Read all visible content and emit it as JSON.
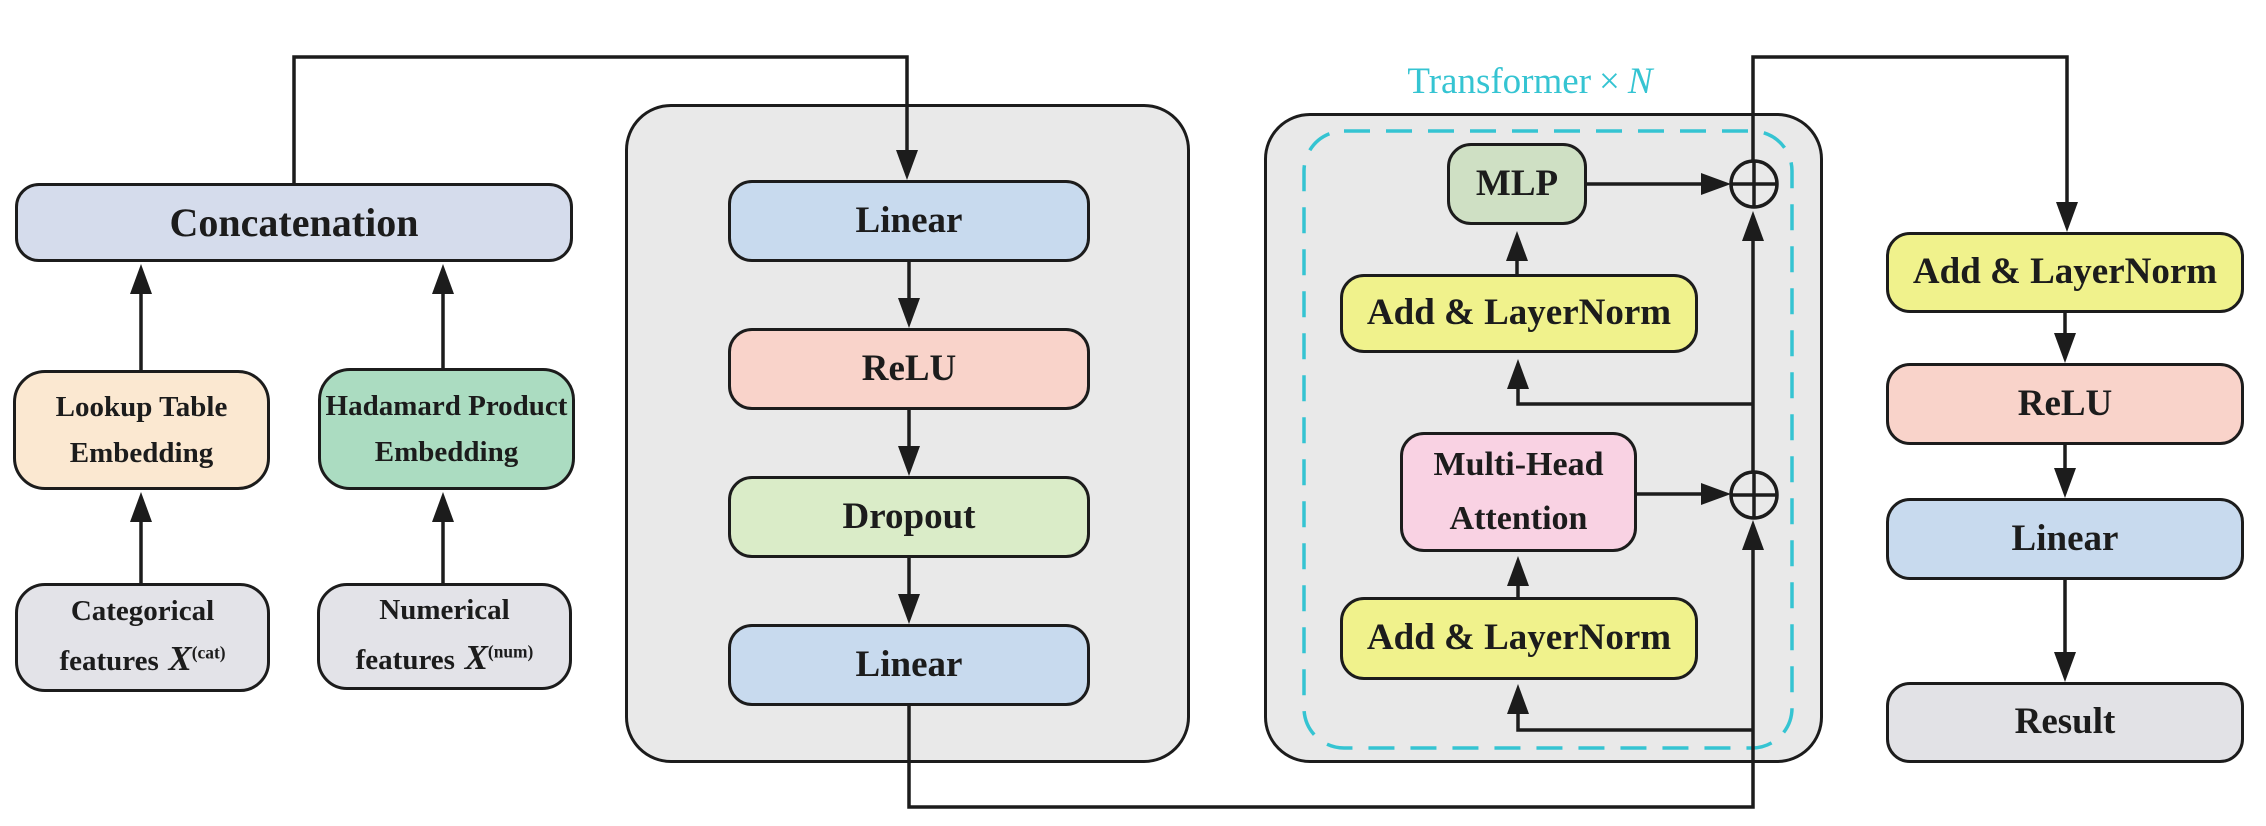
{
  "figure": {
    "transformer_label": {
      "prefix": "Transformer",
      "times": "×",
      "n": "N"
    },
    "nodes": {
      "concatenation": {
        "label": "Concatenation"
      },
      "lookup_embedding": {
        "line1": "Lookup Table",
        "line2": "Embedding"
      },
      "hadamard_embedding": {
        "line1": "Hadamard Product",
        "line2": "Embedding"
      },
      "categorical_features": {
        "line1": "Categorical",
        "line2_prefix": "features",
        "variable": "X",
        "superscript": "(cat)"
      },
      "numerical_features": {
        "line1": "Numerical",
        "line2_prefix": "features",
        "variable": "X",
        "superscript": "(num)"
      },
      "feature_linear_1": {
        "label": "Linear"
      },
      "feature_relu": {
        "label": "ReLU"
      },
      "feature_dropout": {
        "label": "Dropout"
      },
      "feature_linear_2": {
        "label": "Linear"
      },
      "transformer_mlp": {
        "label": "MLP"
      },
      "transformer_addnorm_top": {
        "label": "Add & LayerNorm"
      },
      "transformer_mha": {
        "line1": "Multi-Head",
        "line2": "Attention"
      },
      "transformer_addnorm_bottom": {
        "label": "Add & LayerNorm"
      },
      "output_addnorm": {
        "label": "Add & LayerNorm"
      },
      "output_relu": {
        "label": "ReLU"
      },
      "output_linear": {
        "label": "Linear"
      },
      "output_result": {
        "label": "Result"
      }
    },
    "colors": {
      "accent_cyan": "#35c4d2",
      "concatenation_fill": "#d5dcec",
      "linear_fill": "#c8daee",
      "relu_fill": "#f9d3ca",
      "dropout_fill": "#daecc8",
      "mlp_fill": "#cfe0c4",
      "addnorm_fill": "#f0f28c",
      "attention_fill": "#f9d2e3",
      "lookup_fill": "#fbe8d1",
      "hadamard_fill": "#abdcc1",
      "feature_fill": "#e3e3e8",
      "result_fill": "#e2e2e6",
      "container_fill": "#e9e9e9",
      "line_color": "#1c1c1c"
    }
  }
}
